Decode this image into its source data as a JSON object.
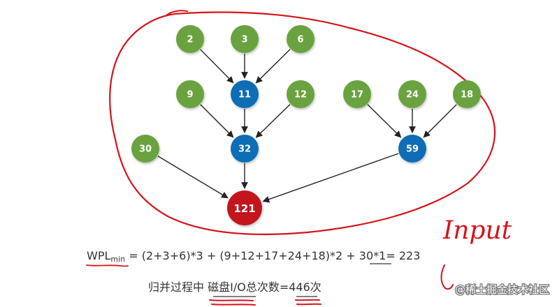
{
  "colors": {
    "leaf": "#6aa23f",
    "internal": "#0b6db5",
    "root": "#c2141c",
    "edge": "#222222",
    "annotation": "#d4141b",
    "text": "#333333"
  },
  "nodes": [
    {
      "id": "n2",
      "label": "2",
      "kind": "leaf"
    },
    {
      "id": "n3",
      "label": "3",
      "kind": "leaf"
    },
    {
      "id": "n6",
      "label": "6",
      "kind": "leaf"
    },
    {
      "id": "n9",
      "label": "9",
      "kind": "leaf"
    },
    {
      "id": "n11",
      "label": "11",
      "kind": "internal"
    },
    {
      "id": "n12",
      "label": "12",
      "kind": "leaf"
    },
    {
      "id": "n17",
      "label": "17",
      "kind": "leaf"
    },
    {
      "id": "n24",
      "label": "24",
      "kind": "leaf"
    },
    {
      "id": "n18",
      "label": "18",
      "kind": "leaf"
    },
    {
      "id": "n30",
      "label": "30",
      "kind": "leaf"
    },
    {
      "id": "n32",
      "label": "32",
      "kind": "internal"
    },
    {
      "id": "n59",
      "label": "59",
      "kind": "internal"
    },
    {
      "id": "n121",
      "label": "121",
      "kind": "root"
    }
  ],
  "edges": [
    {
      "from": "n2",
      "to": "n11"
    },
    {
      "from": "n3",
      "to": "n11"
    },
    {
      "from": "n6",
      "to": "n11"
    },
    {
      "from": "n9",
      "to": "n32"
    },
    {
      "from": "n11",
      "to": "n32"
    },
    {
      "from": "n12",
      "to": "n32"
    },
    {
      "from": "n17",
      "to": "n59"
    },
    {
      "from": "n24",
      "to": "n59"
    },
    {
      "from": "n18",
      "to": "n59"
    },
    {
      "from": "n30",
      "to": "n121"
    },
    {
      "from": "n32",
      "to": "n121"
    },
    {
      "from": "n59",
      "to": "n121"
    }
  ],
  "formula": {
    "wpl_main": "WPL",
    "wpl_sub": "min",
    "expression": " = (2+3+6)*3 + (9+12+17+24+18)*2 + 30*1= ",
    "result": "223"
  },
  "io_line": {
    "prefix": "归并过程中 ",
    "highlight": "磁盘I/O",
    "middle": "总次数=",
    "count": "446",
    "suffix": "次"
  },
  "handwriting": {
    "input": "Input"
  },
  "watermark": "@稀土掘金技术社区"
}
